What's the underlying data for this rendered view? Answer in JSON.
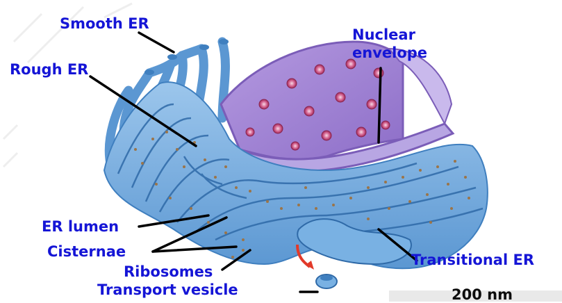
{
  "labels": {
    "smooth_er": "Smooth ER",
    "rough_er": "Rough ER",
    "nuclear_envelope_line1": "Nuclear",
    "nuclear_envelope_line2": "envelope",
    "er_lumen": "ER lumen",
    "cisternae": "Cisternae",
    "ribosomes": "Ribosomes",
    "transport_vesicle": "Transport vesicle",
    "transitional_er": "Transitional ER",
    "scale_bar": "200 nm"
  },
  "colors": {
    "label_text": "#1515d6",
    "er_membrane": "#6aa6dc",
    "er_dark": "#3f7fbf",
    "nuclear_envelope": "#8a6fc0",
    "nucleus_interior": "#a98bd6",
    "nuclear_pore": "#c23a6e",
    "ribosome_dots": "#a07a50",
    "vesicle_arrow": "#e23a2a",
    "leader_lines": "#000000"
  }
}
